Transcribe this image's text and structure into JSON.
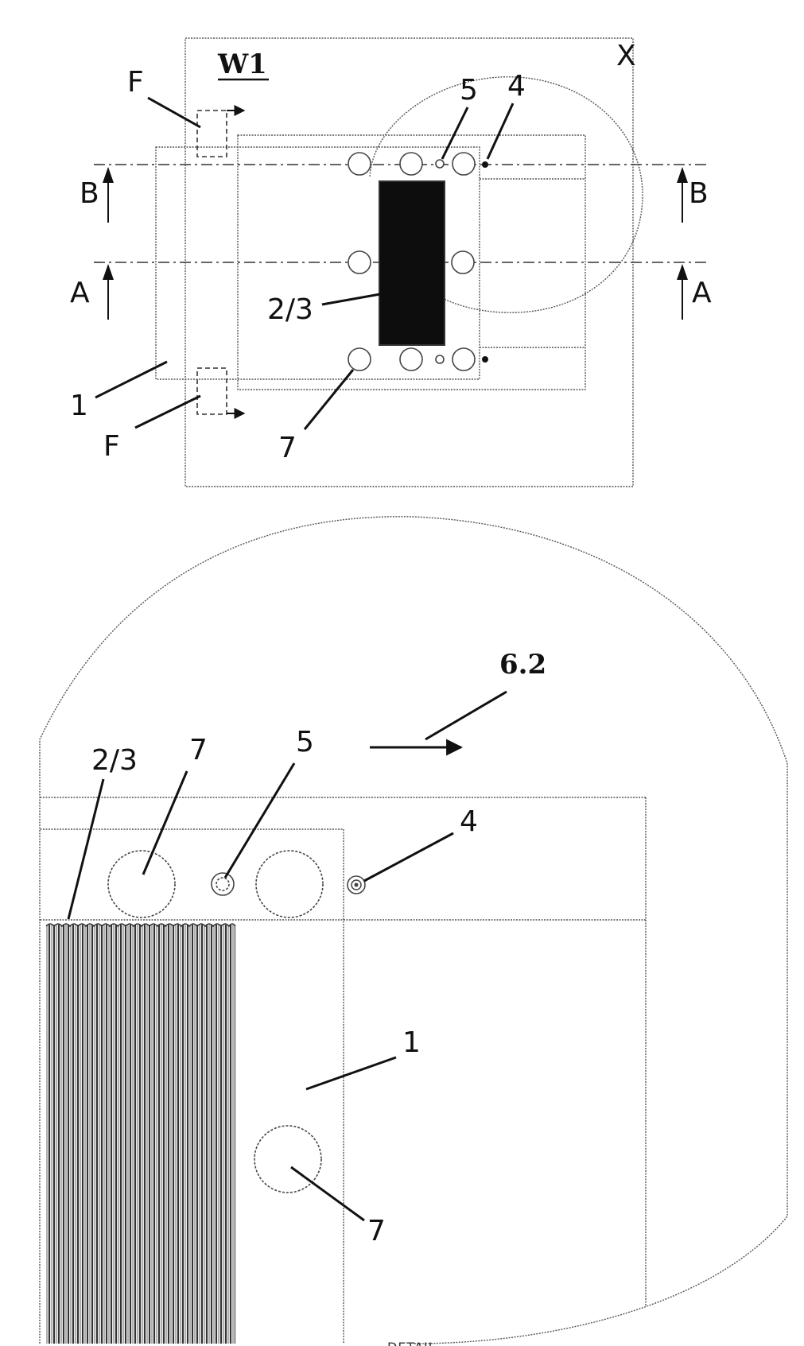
{
  "figure": {
    "overview": {
      "title": "W1",
      "corner_label": "X",
      "labels": {
        "f_top": "F",
        "f_bottom": "F",
        "b_left": "B",
        "b_right": "B",
        "a_left": "A",
        "a_right": "A",
        "part_1": "1",
        "part_2_3": "2/3",
        "part_4": "4",
        "part_5": "5",
        "part_7": "7"
      }
    },
    "detail": {
      "labels": {
        "flow": "6.2",
        "part_2_3": "2/3",
        "part_7_top": "7",
        "part_5": "5",
        "part_4": "4",
        "part_1": "1",
        "part_7_bottom": "7"
      },
      "caption": "DETAIL"
    }
  }
}
